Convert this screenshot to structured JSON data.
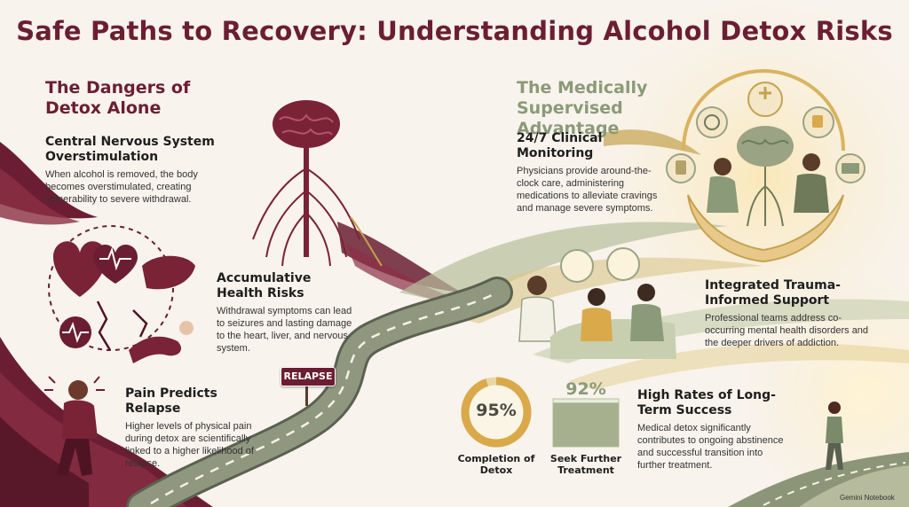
{
  "title": "Safe Paths to Recovery: Understanding Alcohol Detox Risks",
  "left_heading": "The Dangers of Detox Alone",
  "right_heading": "The Medically Supervised Advantage",
  "sections": {
    "cns": {
      "title": "Central Nervous System Overstimulation",
      "text": "When alcohol is removed, the body becomes overstimulated, creating vulnerability to severe withdrawal."
    },
    "health": {
      "title": "Accumulative Health Risks",
      "text": "Withdrawal symptoms can lead to seizures and lasting damage to the heart, liver, and nervous system."
    },
    "pain": {
      "title": "Pain Predicts Relapse",
      "text": "Higher levels of physical pain during detox are scientifically linked to a higher likelihood of relapse."
    },
    "monitoring": {
      "title": "24/7 Clinical Monitoring",
      "text": "Physicians provide around-the-clock care, administering medications to alleviate cravings and manage severe symptoms."
    },
    "trauma": {
      "title": "Integrated Trauma-Informed Support",
      "text": "Professional teams address co-occurring mental health disorders and the deeper drivers of addiction."
    },
    "success": {
      "title": "High Rates of Long-Term Success",
      "text": "Medical detox significantly contributes to ongoing abstinence and successful transition into further treatment."
    }
  },
  "relapse_sign": "RELAPSE",
  "stats": {
    "completion": {
      "value": 95,
      "display": "95%",
      "label": "Completion of Detox"
    },
    "treatment": {
      "value": 92,
      "display": "92%",
      "label": "Seek Further Treatment"
    }
  },
  "watermark": "Gemini Notebook",
  "colors": {
    "maroon": "#6b1e33",
    "sage": "#8b9a78",
    "gold": "#d9a94a",
    "cream": "#f8f3ec"
  }
}
